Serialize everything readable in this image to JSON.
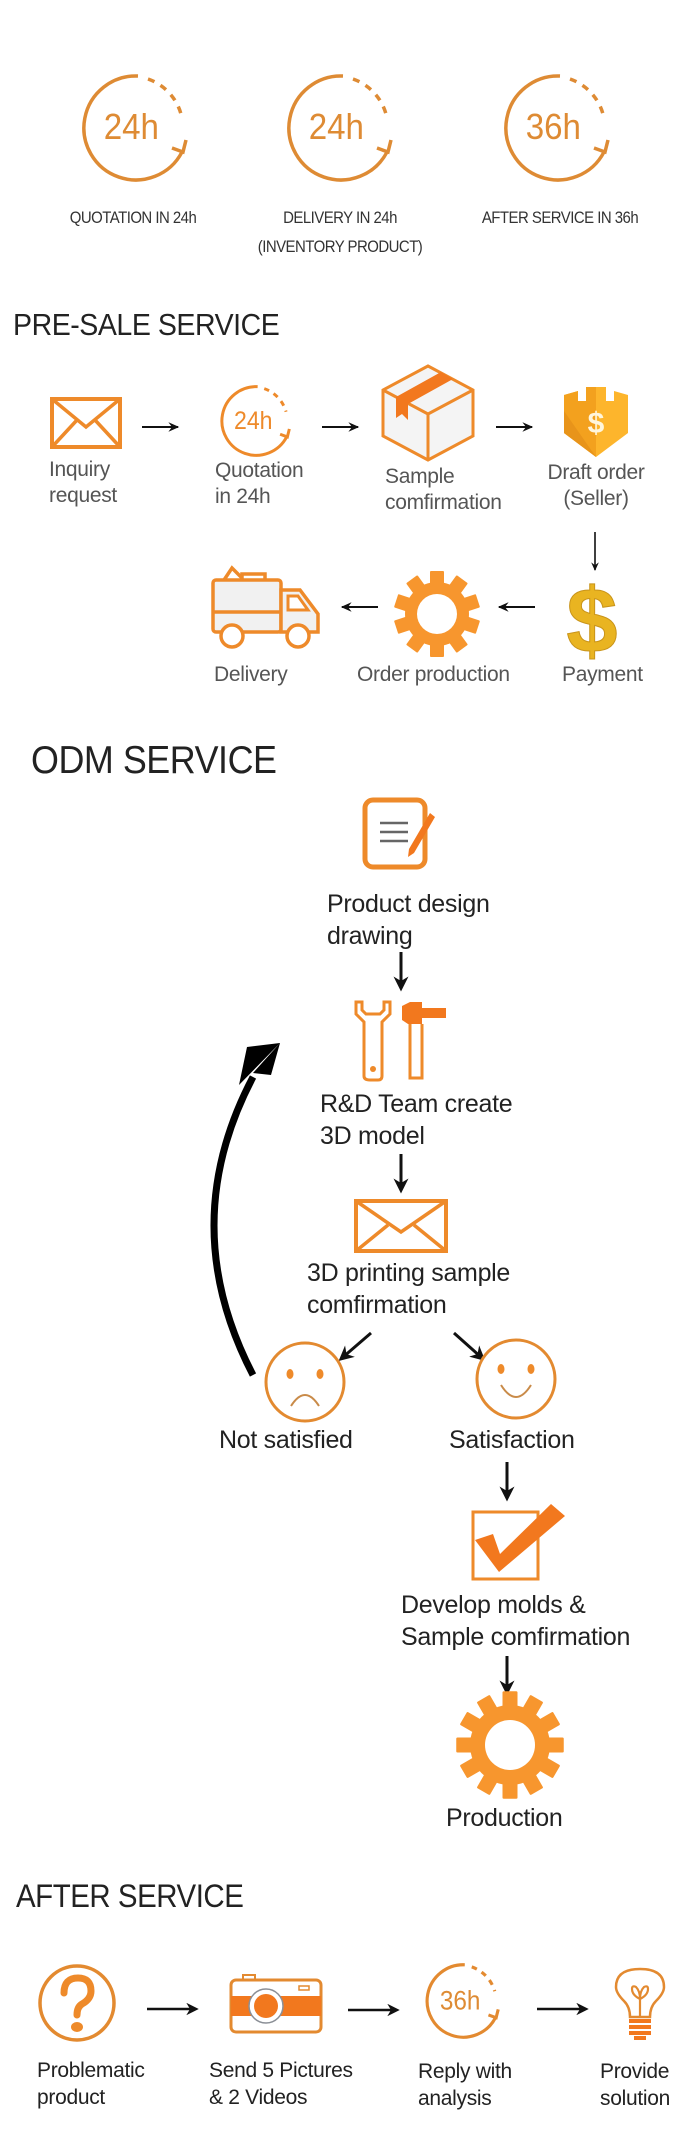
{
  "colors": {
    "accent_orange": "#E8892A",
    "bright_orange": "#F2781E",
    "gold": "#E9B421",
    "text_dark": "#222222",
    "text_gray": "#555555",
    "arrow": "#111111"
  },
  "highlights": [
    {
      "icon": "clock-24h-icon",
      "badge": "24h",
      "label": "QUOTATION IN 24h",
      "sublabel": ""
    },
    {
      "icon": "clock-24h-icon",
      "badge": "24h",
      "label": "DELIVERY IN 24h",
      "sublabel": "(INVENTORY PRODUCT)"
    },
    {
      "icon": "clock-36h-icon",
      "badge": "36h",
      "label": "AFTER SERVICE IN 36h",
      "sublabel": ""
    }
  ],
  "presale": {
    "title": "PRE-SALE SERVICE",
    "steps": [
      {
        "icon": "envelope-icon",
        "line1": "Inquiry",
        "line2": "request"
      },
      {
        "icon": "clock-24h-icon",
        "badge": "24h",
        "line1": "Quotation",
        "line2": "in 24h"
      },
      {
        "icon": "box-icon",
        "line1": "Sample",
        "line2": "comfirmation"
      },
      {
        "icon": "dollar-shield-icon",
        "line1": "Draft order",
        "line2": "(Seller)"
      },
      {
        "icon": "dollar-icon",
        "line1": "Payment"
      },
      {
        "icon": "gear-icon",
        "line1": "Order production"
      },
      {
        "icon": "truck-icon",
        "line1": "Delivery"
      }
    ]
  },
  "odm": {
    "title": "ODM SERVICE",
    "steps": [
      {
        "icon": "document-pen-icon",
        "line1": "Product design",
        "line2": "drawing"
      },
      {
        "icon": "tools-icon",
        "line1": "R&D Team create",
        "line2": "3D model"
      },
      {
        "icon": "envelope-icon",
        "line1": "3D printing sample",
        "line2": "comfirmation"
      },
      {
        "icon": "sad-face-icon",
        "line1": "Not satisfied"
      },
      {
        "icon": "happy-face-icon",
        "line1": "Satisfaction"
      },
      {
        "icon": "checkbox-icon",
        "line1": "Develop molds &",
        "line2": "Sample comfirmation"
      },
      {
        "icon": "gear-icon",
        "line1": "Production"
      }
    ]
  },
  "after": {
    "title": "AFTER SERVICE",
    "steps": [
      {
        "icon": "question-icon",
        "line1": "Problematic",
        "line2": "product"
      },
      {
        "icon": "camera-icon",
        "line1": "Send 5 Pictures",
        "line2": "& 2 Videos"
      },
      {
        "icon": "clock-36h-icon",
        "badge": "36h",
        "line1": "Reply with",
        "line2": "analysis"
      },
      {
        "icon": "lightbulb-icon",
        "line1": "Provide",
        "line2": "solution"
      }
    ]
  }
}
